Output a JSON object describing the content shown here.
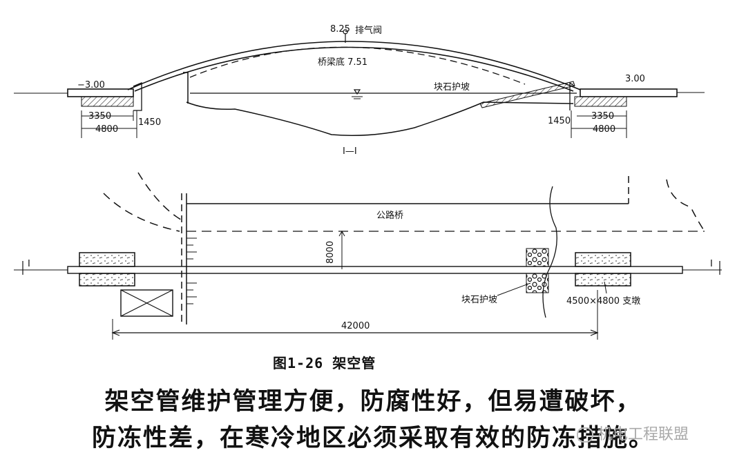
{
  "section_view": {
    "top_elev": "8.25",
    "vent_valve": "排气阀",
    "bridge_bottom": "桥梁底 7.51",
    "left_elev": "−3.00",
    "right_elev": "3.00",
    "riprap": "块石护坡",
    "dim_3350_left": "3350",
    "dim_4800_left": "4800",
    "dim_1450_left": "1450",
    "dim_3350_right": "3350",
    "dim_4800_right": "4800",
    "dim_1450_right": "1450",
    "section_label": "I—I"
  },
  "plan_view": {
    "highway_bridge": "公路桥",
    "dim_8000": "8000",
    "riprap": "块石护坡",
    "pier_size": "4500×4800 支墩",
    "span": "42000",
    "section_mark_left": "I",
    "section_mark_right": "I"
  },
  "caption": "图1-26  架空管",
  "body_text": {
    "line1": "架空管维护管理方便，防腐性好，但易遭破坏，",
    "line2": "防冻性差，在寒冷地区必须采取有效的防冻措施。"
  },
  "watermark": "机电工程联盟"
}
